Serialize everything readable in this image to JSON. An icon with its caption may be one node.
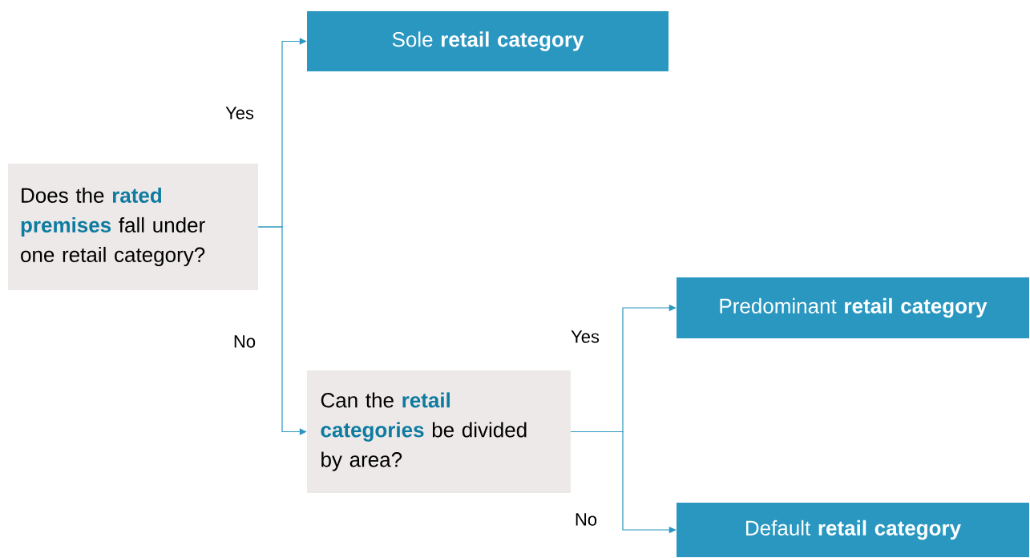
{
  "diagram": {
    "nodes": [
      {
        "text": [
          "Does the **rated premises** fall under one retail category?"
        ]
      },
      {
        "text": [
          "Sole **retail category**"
        ]
      },
      {
        "text": [
          "Can the **retail categories** be divided by area?"
        ]
      },
      {
        "text": [
          "Predominant **retail category**"
        ]
      },
      {
        "text": [
          "Default **retail category**"
        ]
      }
    ],
    "edges": [
      {
        "from": 0,
        "to": 1,
        "arrow": "to",
        "label": "Yes"
      },
      {
        "from": 0,
        "to": 2,
        "arrow": "to",
        "label": "No"
      },
      {
        "from": 2,
        "to": 3,
        "arrow": "to",
        "label": "Yes"
      },
      {
        "from": 2,
        "to": 4,
        "arrow": "to",
        "label": "No"
      }
    ]
  }
}
